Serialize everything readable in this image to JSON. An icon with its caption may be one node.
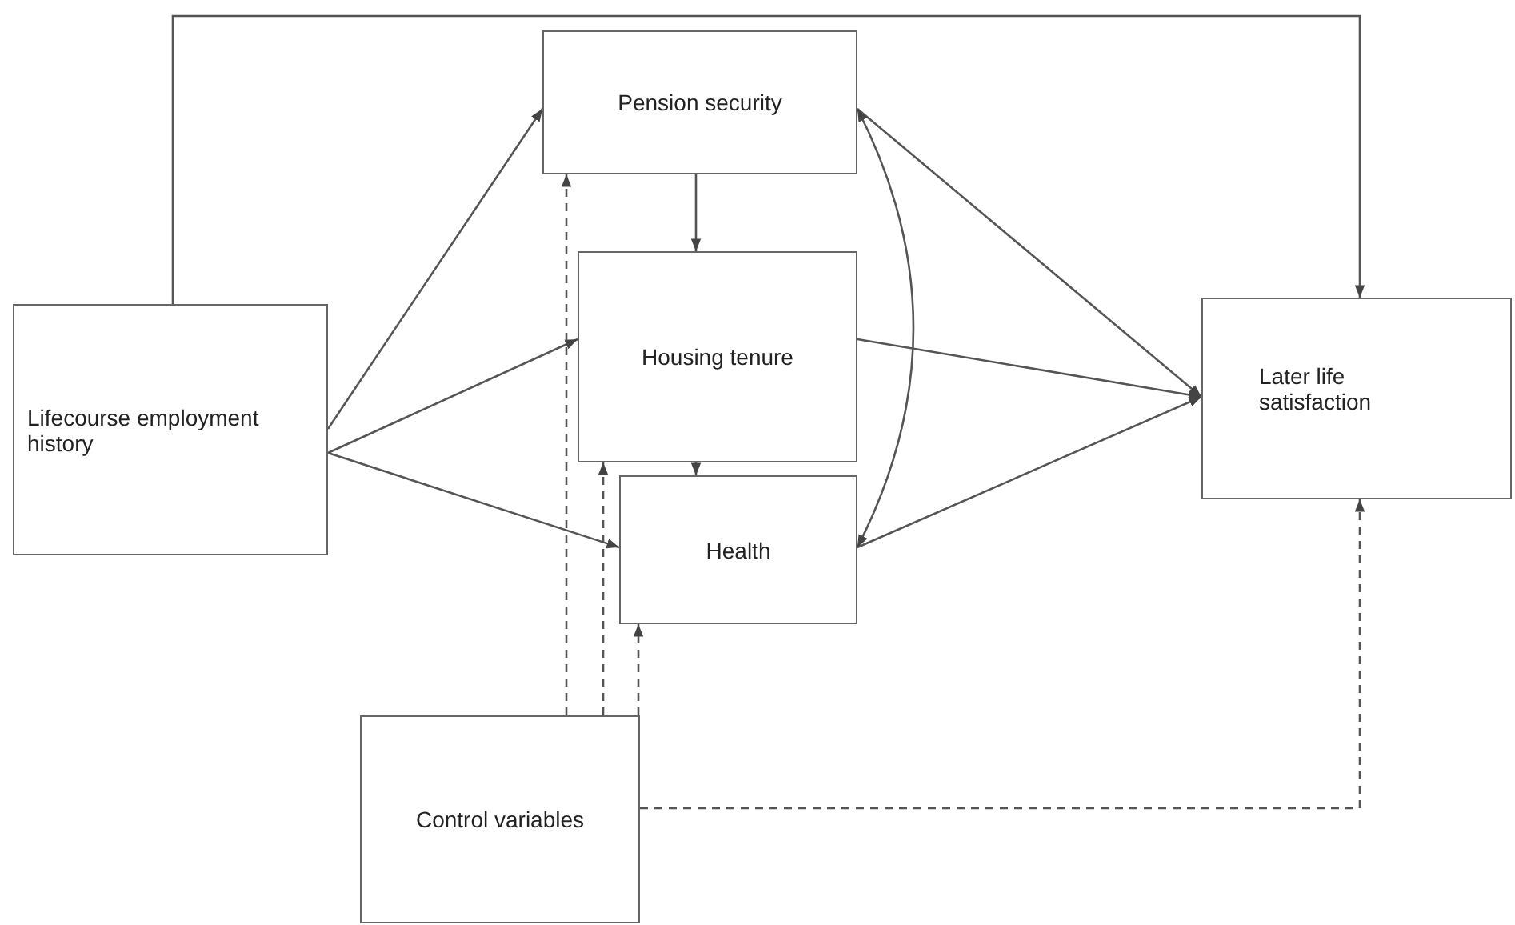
{
  "diagram": {
    "nodes": [
      {
        "text": [
          "Lifecourse employment history"
        ]
      },
      {
        "text": [
          "Pension security"
        ]
      },
      {
        "text": [
          "Housing tenure"
        ]
      },
      {
        "text": [
          "Health"
        ]
      },
      {
        "text": [
          "Later life satisfaction"
        ]
      },
      {
        "text": [
          "Control variables"
        ]
      }
    ],
    "edges": [
      {
        "from": 0,
        "to": 1,
        "arrow": "to"
      },
      {
        "from": 0,
        "to": 2,
        "arrow": "to"
      },
      {
        "from": 0,
        "to": 3,
        "arrow": "to"
      },
      {
        "from": 0,
        "to": 4,
        "arrow": "to"
      },
      {
        "from": 1,
        "to": 2,
        "arrow": "to"
      },
      {
        "from": 2,
        "to": 3,
        "arrow": "to"
      },
      {
        "from": 1,
        "to": 4,
        "arrow": "to"
      },
      {
        "from": 2,
        "to": 4,
        "arrow": "to"
      },
      {
        "from": 3,
        "to": 4,
        "arrow": "to"
      },
      {
        "from": 1,
        "to": 3,
        "arrow": "both"
      },
      {
        "from": 5,
        "to": 1,
        "arrow": "to",
        "style": "dashed"
      },
      {
        "from": 5,
        "to": 2,
        "arrow": "to",
        "style": "dashed"
      },
      {
        "from": 5,
        "to": 3,
        "arrow": "to",
        "style": "dashed"
      },
      {
        "from": 5,
        "to": 4,
        "arrow": "to",
        "style": "dashed"
      }
    ]
  }
}
